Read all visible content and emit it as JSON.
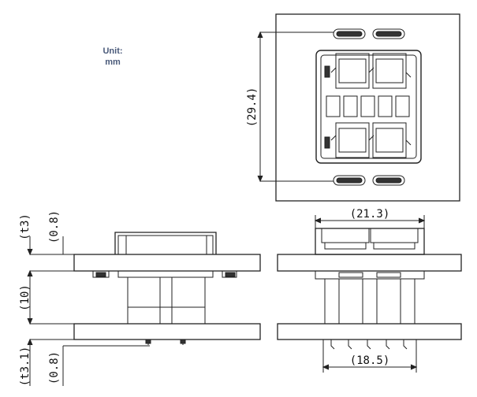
{
  "unit": {
    "title": "Unit:",
    "value": "mm"
  },
  "dimensions": {
    "height_front": "(29.4)",
    "width_top": "(21.3)",
    "width_bottom": "(18.5)",
    "left_t3": "(t3)",
    "left_08_top": "(0.8)",
    "left_10": "(10)",
    "left_t31": "(t3.1)",
    "left_08_bottom": "(0.8)"
  }
}
